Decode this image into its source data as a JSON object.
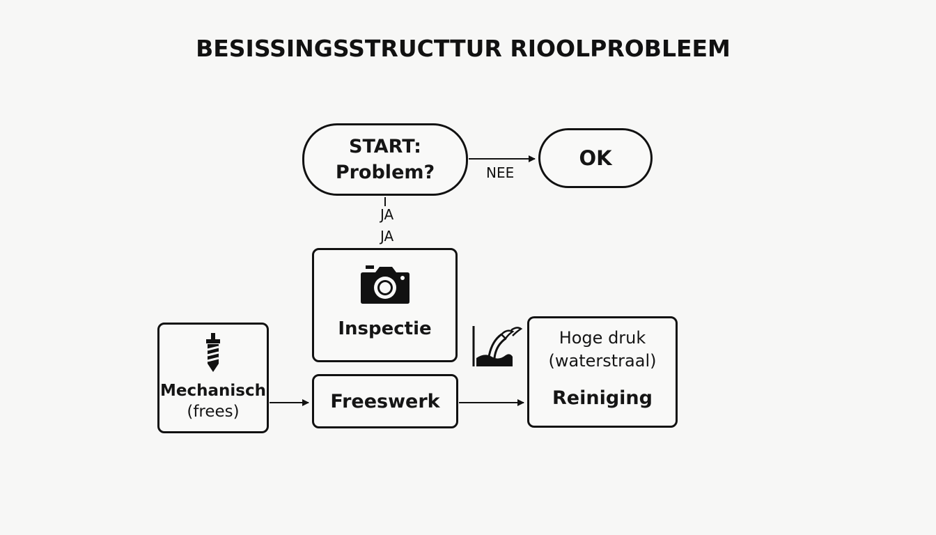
{
  "title": "BESISSINGSSTRUCTTUR RIOOLPROBLEEM",
  "nodes": {
    "start": {
      "line1": "START:",
      "line2": "Problem?"
    },
    "ok": {
      "label": "OK"
    },
    "inspectie": {
      "label": "Inspectie",
      "icon": "camera-icon"
    },
    "mechanisch": {
      "line1": "Mechanisch",
      "line2": "(frees)",
      "icon": "drill-bit-icon"
    },
    "freeswerk": {
      "label": "Freeswerk"
    },
    "reiniging": {
      "line1": "Hoge druk",
      "line2": "(waterstraal)",
      "label": "Reiniging",
      "icon": "water-jet-icon"
    }
  },
  "edges": {
    "start_to_ok": "NEE",
    "start_to_inspectie_1": "JA",
    "start_to_inspectie_2": "JA"
  }
}
